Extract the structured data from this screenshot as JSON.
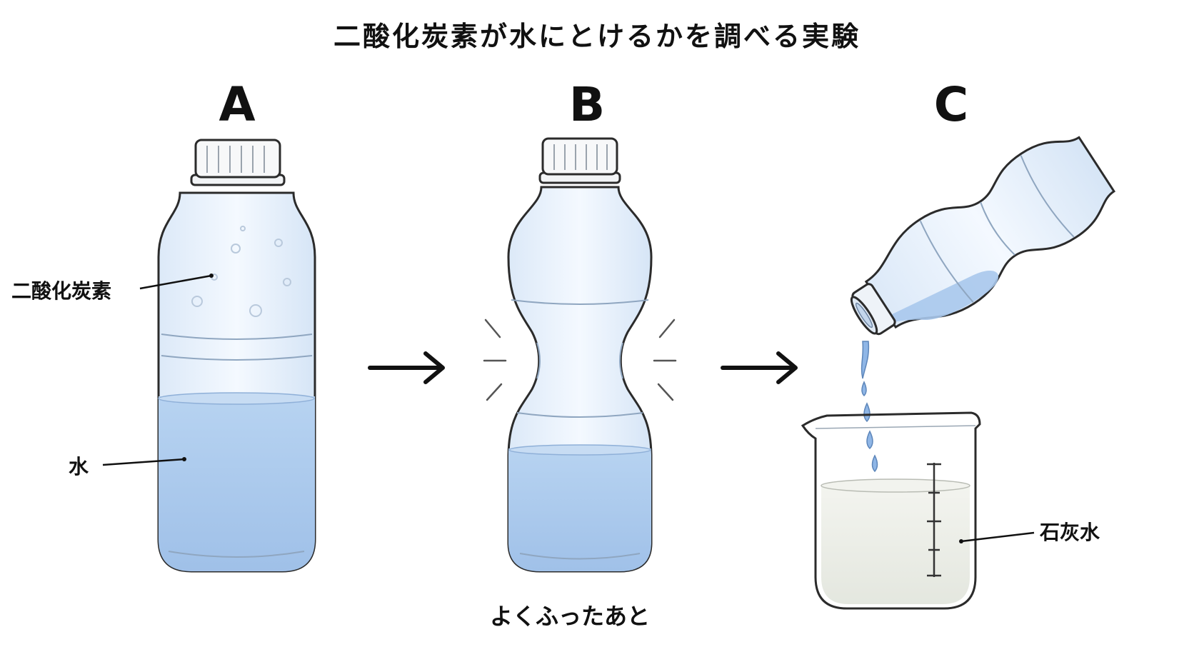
{
  "title": "二酸化炭素が水にとけるかを調べる実験",
  "panels": [
    {
      "label": "A"
    },
    {
      "label": "B",
      "caption": "よくふったあと"
    },
    {
      "label": "C"
    }
  ],
  "callouts": {
    "co2": "二酸化炭素",
    "water": "水",
    "limewater": "石灰水"
  },
  "colors": {
    "water": "#a9c8ec",
    "bottle": "#eef5fd",
    "outline": "#2b2b2b",
    "limewater": "#eceee8"
  }
}
